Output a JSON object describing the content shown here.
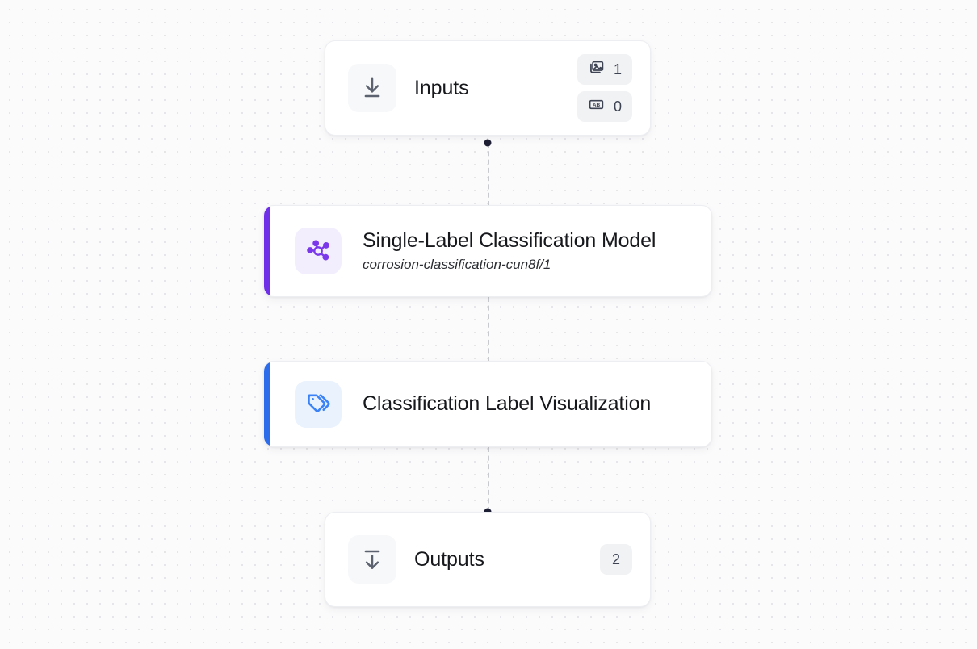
{
  "graph": {
    "nodes": {
      "inputs": {
        "title": "Inputs",
        "icon": "download-icon",
        "badges": [
          {
            "icon": "images-icon",
            "count": "1"
          },
          {
            "icon": "text-ab-icon",
            "count": "0"
          }
        ]
      },
      "model": {
        "title": "Single-Label Classification Model",
        "subtitle": "corrosion-classification-cun8f/1",
        "icon": "model-network-icon",
        "accent_color": "#6f2fe8"
      },
      "visualization": {
        "title": "Classification Label Visualization",
        "icon": "tags-icon",
        "accent_color": "#2c6bea"
      },
      "outputs": {
        "title": "Outputs",
        "icon": "export-down-icon",
        "badges": [
          {
            "icon": "",
            "count": "2"
          }
        ]
      }
    },
    "edges": [
      {
        "from": "inputs",
        "to": "model",
        "style": "dashed"
      },
      {
        "from": "model",
        "to": "visualization",
        "style": "dashed"
      },
      {
        "from": "visualization",
        "to": "outputs",
        "style": "dashed"
      }
    ]
  }
}
